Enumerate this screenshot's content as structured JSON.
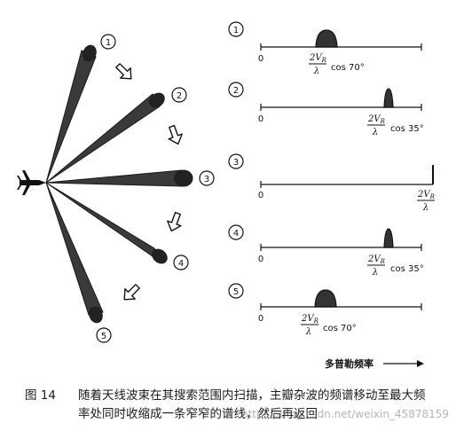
{
  "figure": {
    "beam_numbers": [
      "1",
      "2",
      "3",
      "4",
      "5"
    ],
    "panel_numbers": [
      "1",
      "2",
      "3",
      "4",
      "5"
    ],
    "zero_label": "0",
    "frac_num": "2V",
    "frac_sub": "R",
    "frac_den": "λ",
    "cos70": "cos 70°",
    "cos35": "cos 35°",
    "axis_label": "多普勒频率"
  },
  "caption": {
    "number": "图 14",
    "line1": "随着天线波束在其搜索范围内扫描，主瓣杂波的频谱移动至最大频",
    "line2": "率处同时收缩成一条窄窄的谱线，然后再返回"
  },
  "watermark": "https://blog.csdn.net/weixin_45878159",
  "colors": {
    "ink": "#111111",
    "beam_fill": "#3a3a3a",
    "beam_dark": "#1a1a1a"
  }
}
